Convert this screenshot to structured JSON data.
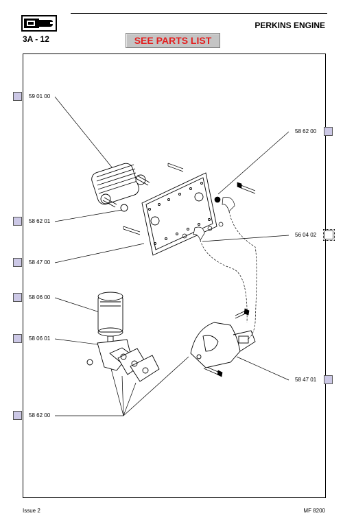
{
  "header": {
    "section_code": "3A - 12",
    "title": "PERKINS ENGINE",
    "parts_button": "SEE PARTS LIST",
    "logo_icon": "hand-book-logo-icon"
  },
  "references": [
    {
      "id": "r1",
      "code": "59 01 00"
    },
    {
      "id": "r2",
      "code": "58 62 01"
    },
    {
      "id": "r3",
      "code": "58 47 00"
    },
    {
      "id": "r4",
      "code": "58 06 00"
    },
    {
      "id": "r5",
      "code": "58 06 01"
    },
    {
      "id": "r6",
      "code": "58 62 00"
    },
    {
      "id": "r7",
      "code": "58 62 00"
    },
    {
      "id": "r8",
      "code": "56 04 02"
    },
    {
      "id": "r9",
      "code": "58 47 01"
    }
  ],
  "footer": {
    "issue": "Issue 2",
    "model": "MF 8200"
  },
  "colors": {
    "link_box": "#ccc8e6",
    "button_bg": "#c4c4c4",
    "button_text": "#e41e1e"
  }
}
